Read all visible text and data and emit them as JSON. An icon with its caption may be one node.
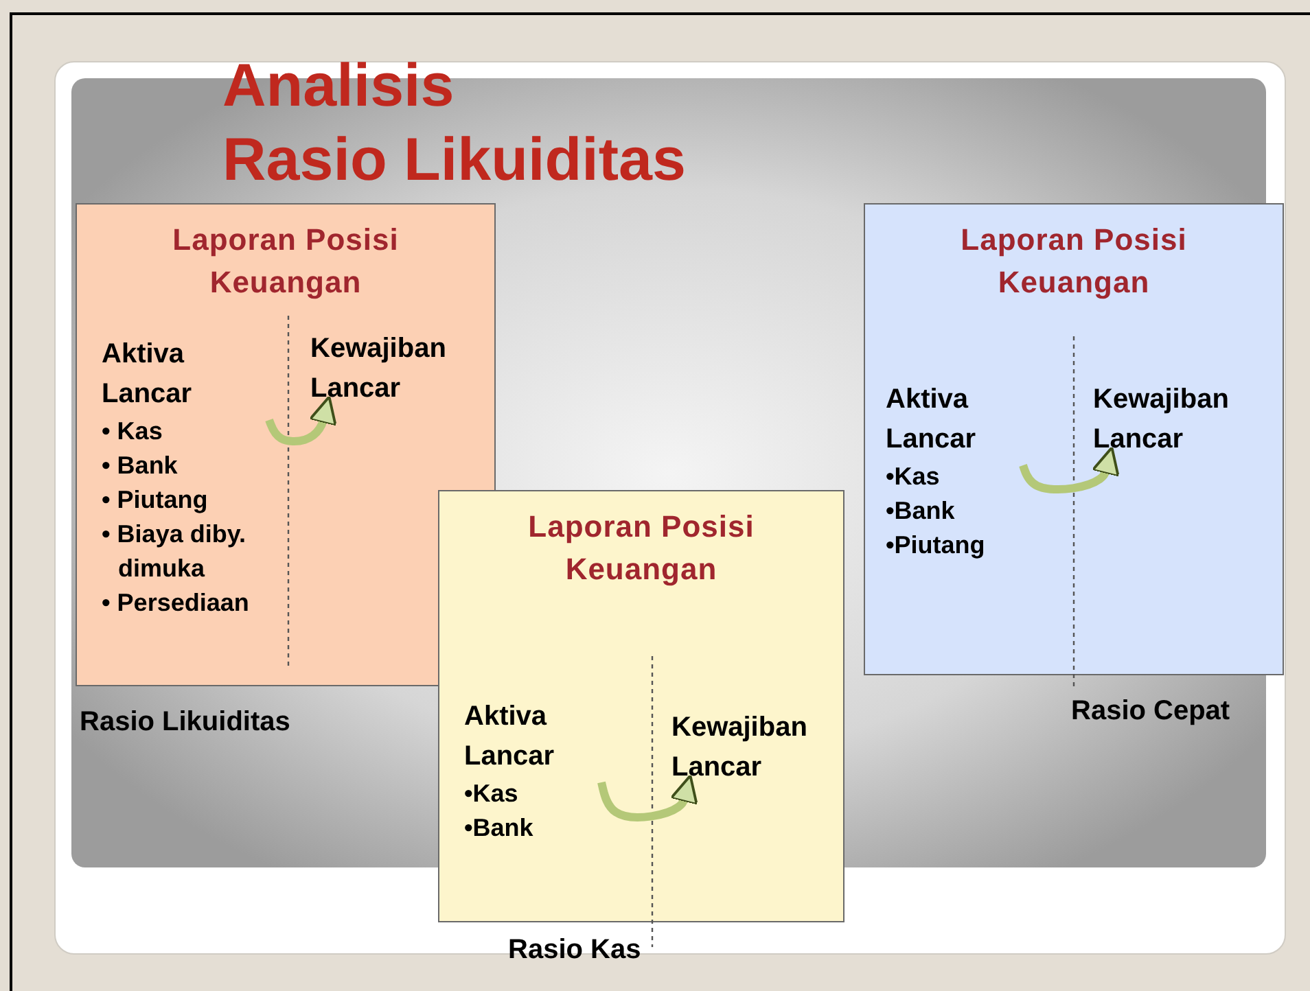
{
  "diagram": {
    "title": "Analisis Rasio Likuiditas",
    "nodes": [
      {
        "text": [
          "Laporan Posisi Keuangan"
        ],
        "beside": [
          "Rasio Likuiditas"
        ]
      },
      {
        "text": [
          "Aktiva Lancar",
          "• Kas",
          "• Bank",
          "• Piutang",
          "• Biaya diby. dimuka",
          "• Persediaan"
        ],
        "in": 0
      },
      {
        "text": [
          "Kewajiban Lancar"
        ],
        "in": 0
      },
      {
        "text": [
          "Laporan Posisi Keuangan"
        ],
        "beside": [
          "Rasio Kas"
        ]
      },
      {
        "text": [
          "Aktiva Lancar",
          "•Kas",
          "•Bank"
        ],
        "in": 3
      },
      {
        "text": [
          "Kewajiban Lancar"
        ],
        "in": 3
      },
      {
        "text": [
          "Laporan Posisi Keuangan"
        ],
        "beside": [
          "Rasio Cepat"
        ]
      },
      {
        "text": [
          "Aktiva Lancar",
          "•Kas",
          "•Bank",
          "•Piutang"
        ],
        "in": 6
      },
      {
        "text": [
          "Kewajiban Lancar"
        ],
        "in": 6
      }
    ],
    "edges": [
      {
        "from": 1,
        "to": 2,
        "arrow": "to"
      },
      {
        "from": 4,
        "to": 5,
        "arrow": "to"
      },
      {
        "from": 7,
        "to": 8,
        "arrow": "to"
      }
    ]
  }
}
